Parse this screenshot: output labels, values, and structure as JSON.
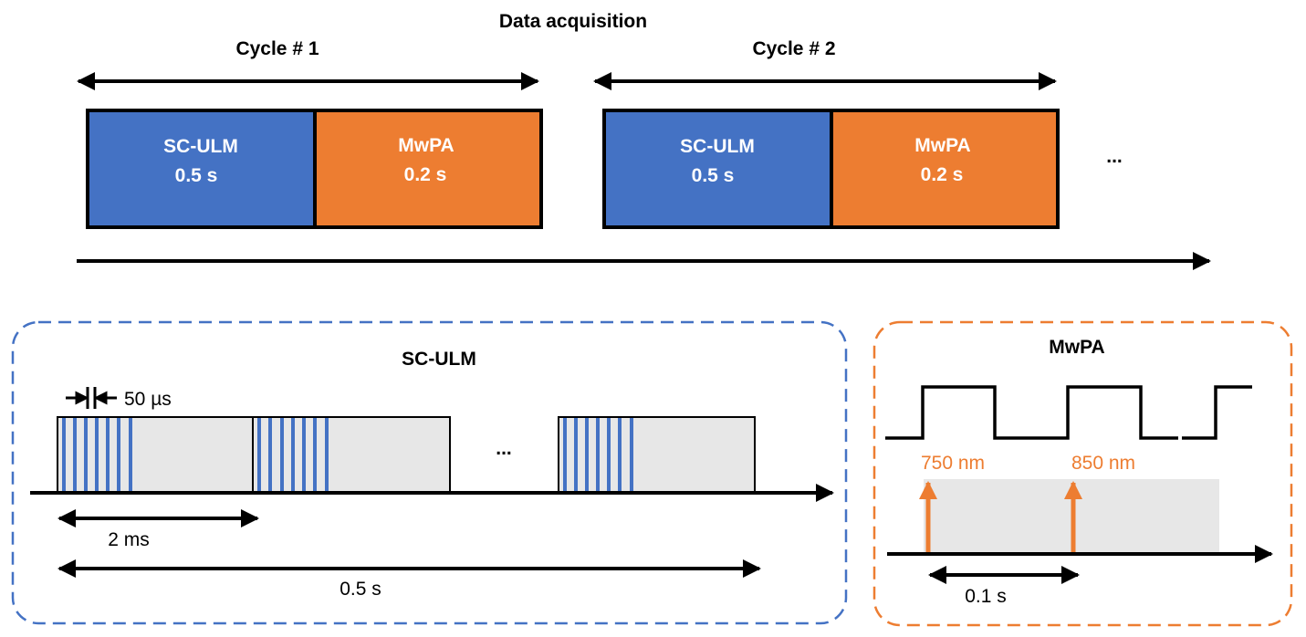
{
  "top": {
    "title": "Data acquisition",
    "cycles": [
      {
        "label": "Cycle # 1",
        "sculm_name": "SC-ULM",
        "sculm_dur": "0.5 s",
        "mwpa_name": "MwPA",
        "mwpa_dur": "0.2 s"
      },
      {
        "label": "Cycle # 2",
        "sculm_name": "SC-ULM",
        "sculm_dur": "0.5 s",
        "mwpa_name": "MwPA",
        "mwpa_dur": "0.2 s"
      }
    ],
    "ellipsis": "..."
  },
  "sculm_panel": {
    "title": "SC-ULM",
    "pulse_width_label": "50 µs",
    "ellipsis": "...",
    "interval_label": "2 ms",
    "total_label": "0.5 s"
  },
  "mwpa_panel": {
    "title": "MwPA",
    "wavelength_1": "750 nm",
    "wavelength_2": "850 nm",
    "interval_label": "0.1 s"
  },
  "colors": {
    "blue": "#4472C4",
    "orange": "#ED7D31",
    "gray_fill": "#E7E7E7",
    "black": "#000000"
  }
}
